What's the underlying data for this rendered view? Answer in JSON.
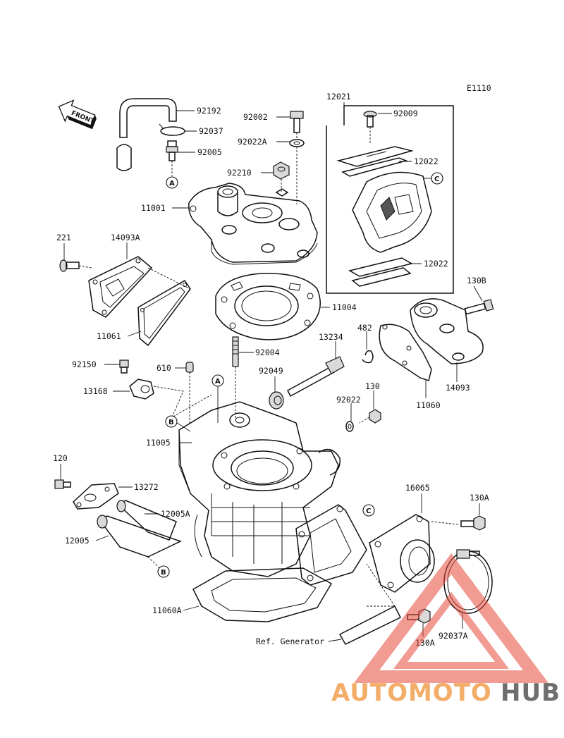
{
  "diagram_code": "E1110",
  "front_label": "FRONT",
  "ref_letters": [
    "A",
    "B",
    "C"
  ],
  "ref_generator": "Ref. Generator",
  "watermark": {
    "text_colored": "AUTOMOTO",
    "text_dark": "HUB",
    "accent": "#f0a050",
    "accent2": "#e64a3c",
    "dark": "#555555"
  },
  "parts": {
    "p92192": "92192",
    "p92037": "92037",
    "p92005": "92005",
    "p92002": "92002",
    "p92022A": "92022A",
    "p92210": "92210",
    "p11001": "11001",
    "p12021": "12021",
    "p92009": "92009",
    "p12022a": "12022",
    "p12022b": "12022",
    "p221": "221",
    "p14093A": "14093A",
    "p11061": "11061",
    "p11004": "11004",
    "p130B": "130B",
    "p92004": "92004",
    "p13234": "13234",
    "p482": "482",
    "p92150": "92150",
    "p610": "610",
    "p92049": "92049",
    "p13168": "13168",
    "p14093": "14093",
    "p130": "130",
    "p92022": "92022",
    "p11060": "11060",
    "p11005": "11005",
    "p120": "120",
    "p13272": "13272",
    "p16065": "16065",
    "p130A1": "130A",
    "p12005A": "12005A",
    "p12005": "12005",
    "p11060A": "11060A",
    "p130A2": "130A",
    "p92037A": "92037A"
  }
}
